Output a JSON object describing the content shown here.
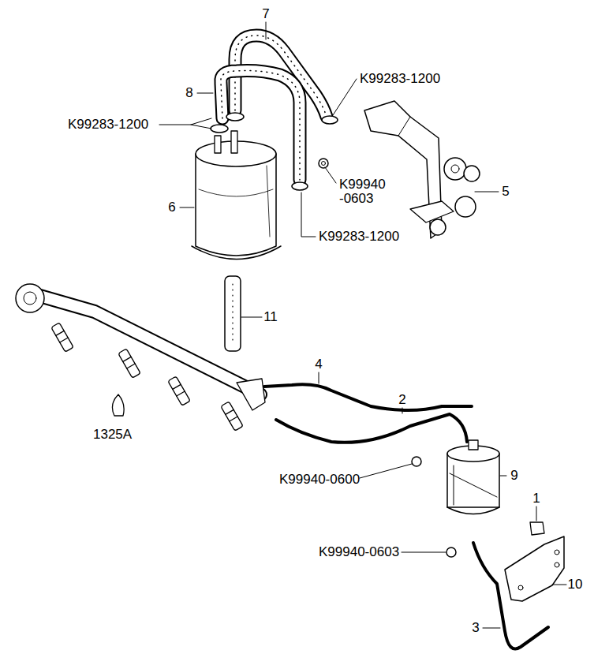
{
  "diagram": {
    "labels": [
      "7",
      "K99283-1200",
      "8",
      "K99283-1200",
      "K99940 -0603",
      "6",
      "5",
      "K99283-1200",
      "11",
      "4",
      "2",
      "1325A",
      "K99940-0600",
      "9",
      "1",
      "K99940-0603",
      "10",
      "3"
    ]
  }
}
